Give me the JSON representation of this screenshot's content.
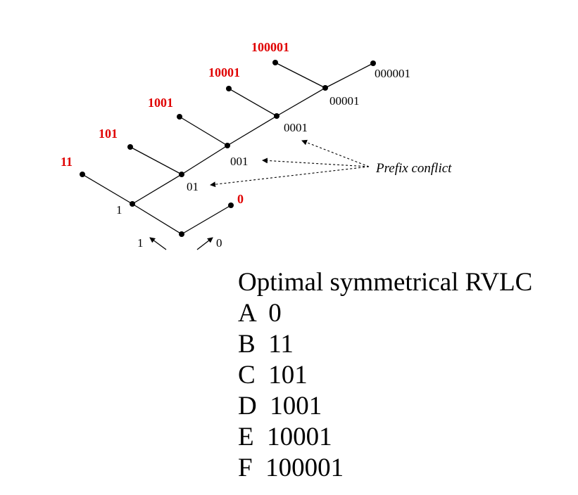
{
  "colors": {
    "codeword": "#e00000",
    "ink": "#000000"
  },
  "tree": {
    "root_branch_labels": [
      "1",
      "0"
    ],
    "internal_labels": [
      "1",
      "01",
      "001",
      "0001",
      "00001",
      "000001"
    ],
    "codeword_labels": [
      "0",
      "11",
      "101",
      "1001",
      "10001",
      "100001"
    ],
    "annotation": "Prefix conflict"
  },
  "codebook": {
    "title": "Optimal symmetrical RVLC",
    "entries": [
      {
        "symbol": "A",
        "code": "0"
      },
      {
        "symbol": "B",
        "code": "11"
      },
      {
        "symbol": "C",
        "code": "101"
      },
      {
        "symbol": "D",
        "code": "1001"
      },
      {
        "symbol": "E",
        "code": "10001"
      },
      {
        "symbol": "F",
        "code": "100001"
      }
    ]
  }
}
